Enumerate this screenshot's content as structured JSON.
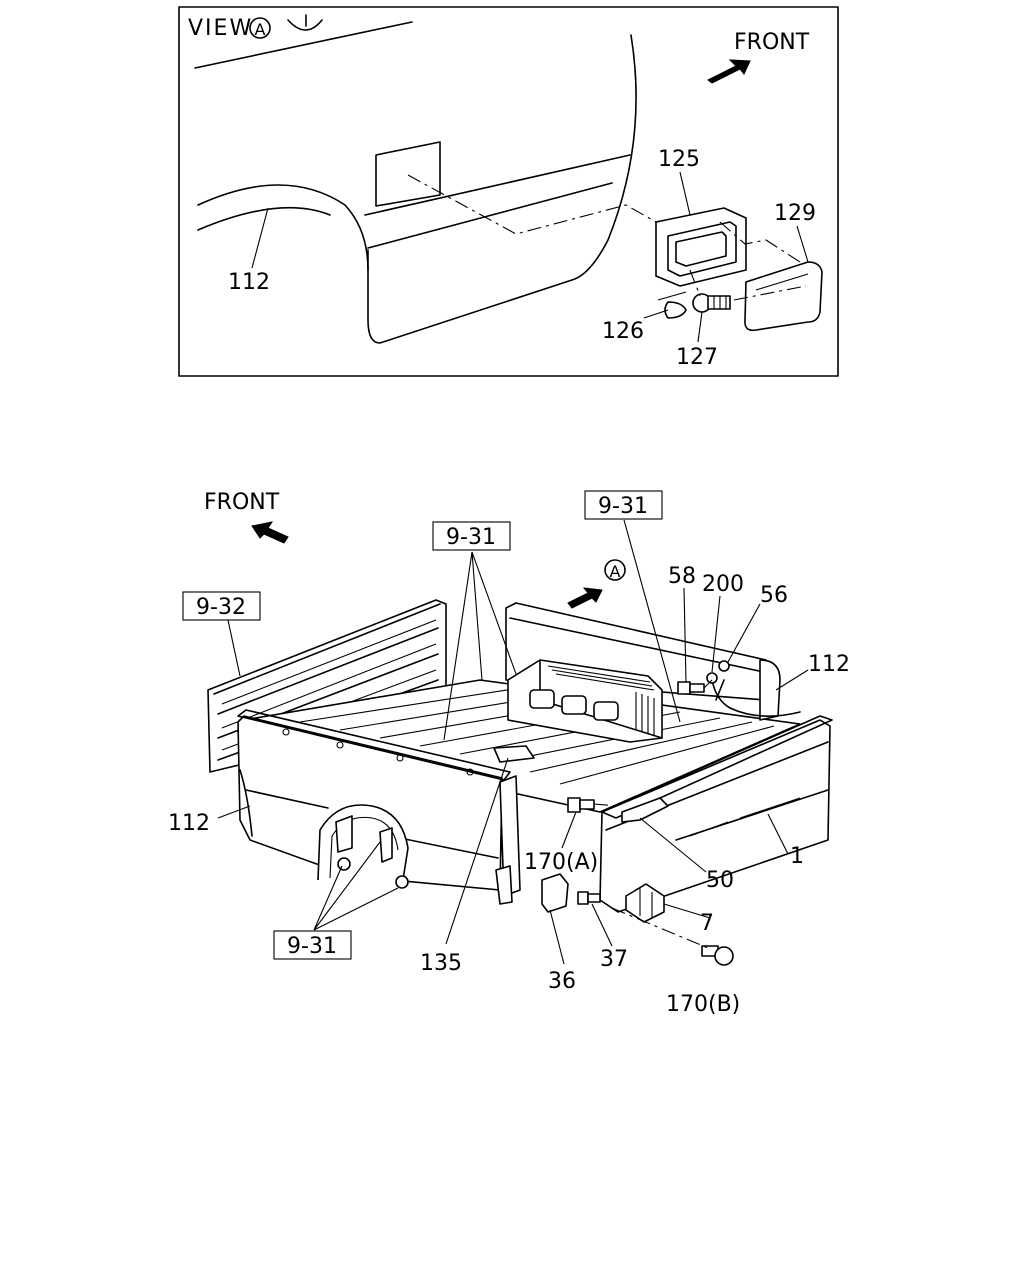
{
  "top_view": {
    "title": "VIEW",
    "title_marker": "A",
    "front_label": "FRONT",
    "labels": {
      "p112": "112",
      "p125": "125",
      "p129": "129",
      "p126": "126",
      "p127": "127"
    }
  },
  "main_view": {
    "front_label": "FRONT",
    "view_marker": "A",
    "refs": {
      "r932": "9-32",
      "r931_top": "9-31",
      "r931_right": "9-31",
      "r931_bottom": "9-31"
    },
    "labels": {
      "p58": "58",
      "p200": "200",
      "p56": "56",
      "p112_right": "112",
      "p112_left": "112",
      "p1": "1",
      "p50": "50",
      "p170a": "170(A)",
      "p7": "7",
      "p37": "37",
      "p36": "36",
      "p135": "135",
      "p170b": "170(B)"
    }
  }
}
